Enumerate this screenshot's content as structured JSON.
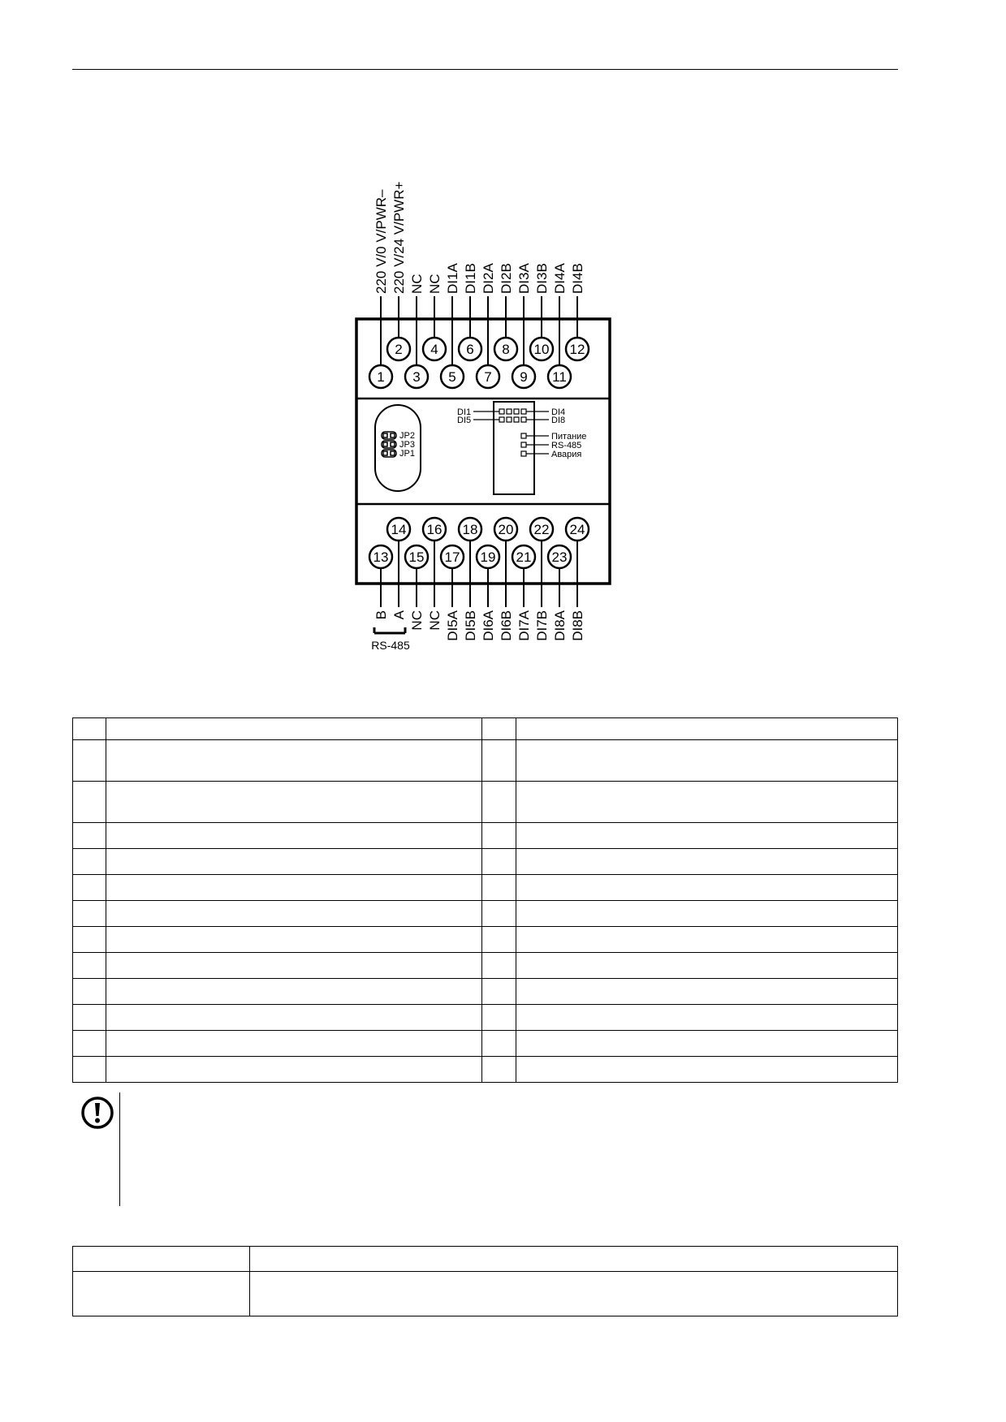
{
  "top_labels": [
    "220 V/0 V/PWR–",
    "220 V/24 V/PWR+",
    "NC",
    "NC",
    "DI1A",
    "DI1B",
    "DI2A",
    "DI2B",
    "DI3A",
    "DI3B",
    "DI4A",
    "DI4B"
  ],
  "bottom_labels": [
    "B",
    "A",
    "NC",
    "NC",
    "DI5A",
    "DI5B",
    "DI6A",
    "DI6B",
    "DI7A",
    "DI7B",
    "DI8A",
    "DI8B"
  ],
  "rs485_bracket_label": "RS-485",
  "top_terminals_upper": [
    "2",
    "4",
    "6",
    "8",
    "10",
    "12"
  ],
  "top_terminals_lower": [
    "1",
    "3",
    "5",
    "7",
    "9",
    "11"
  ],
  "bottom_terminals_upper": [
    "14",
    "16",
    "18",
    "20",
    "22",
    "24"
  ],
  "bottom_terminals_lower": [
    "13",
    "15",
    "17",
    "19",
    "21",
    "23"
  ],
  "jumpers": [
    "JP2",
    "JP3",
    "JP1"
  ],
  "led_labels": {
    "di1": "DI1",
    "di5": "DI5",
    "di4": "DI4",
    "di8": "DI8",
    "power": "Питание",
    "rs485": "RS-485",
    "alarm": "Авария"
  },
  "icons": {
    "note": "exclamation-circle-icon"
  }
}
